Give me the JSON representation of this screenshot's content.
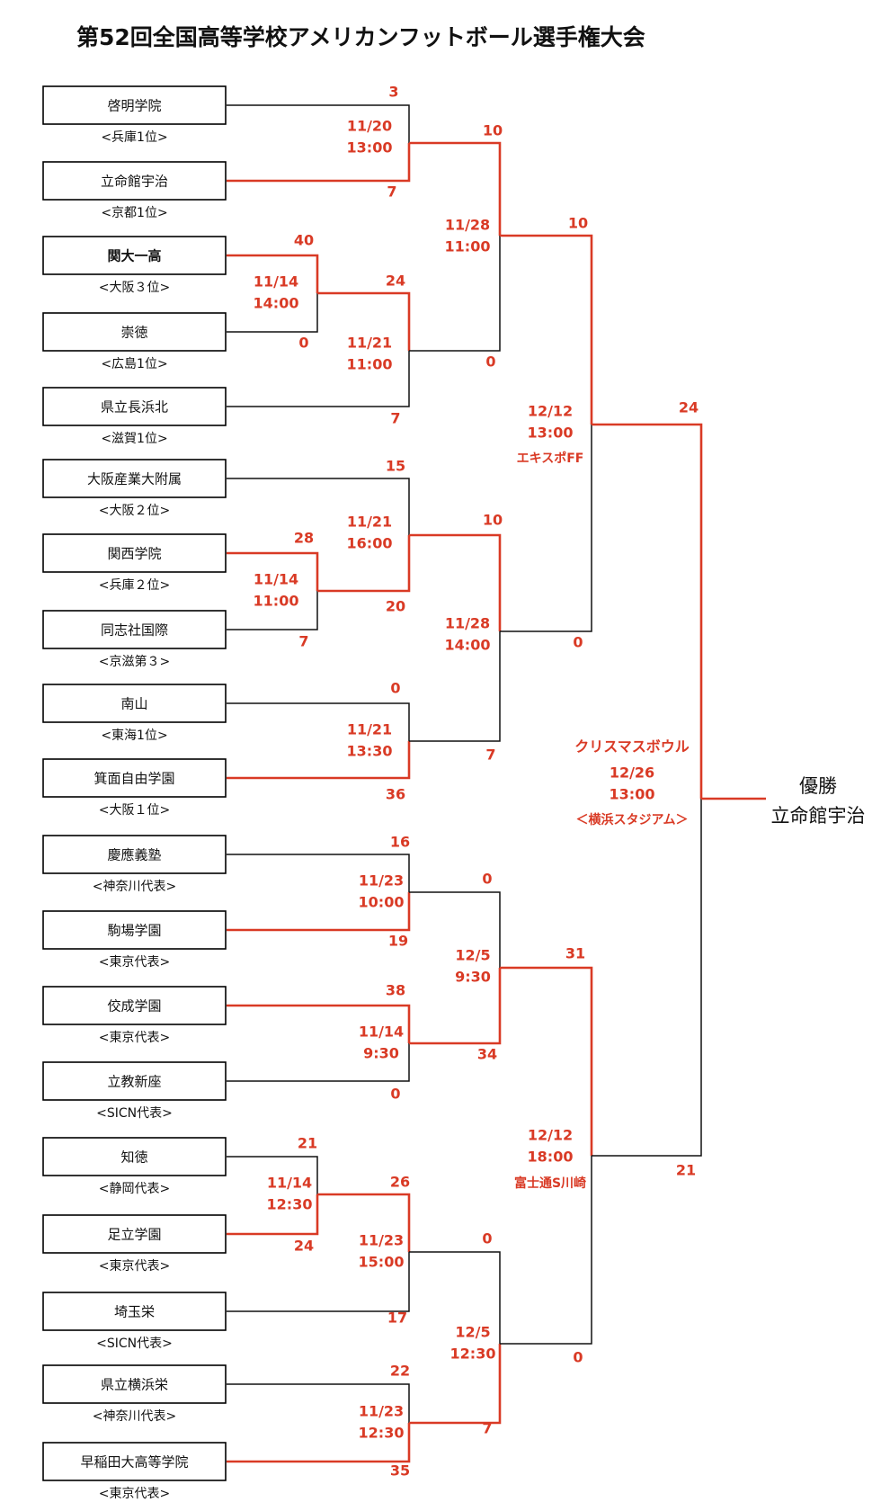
{
  "title": "第52回全国高等学校アメリカンフットボール選手権大会",
  "colors": {
    "winner_line": "#d93a25",
    "loser_line": "#111111",
    "score_text": "#d93a25"
  },
  "teams": [
    {
      "name": "啓明学院",
      "sub": "<兵庫1位>"
    },
    {
      "name": "立命館宇治",
      "sub": "<京都1位>"
    },
    {
      "name": "関大一高",
      "sub": "<大阪３位>",
      "bold": true
    },
    {
      "name": "崇徳",
      "sub": "<広島1位>"
    },
    {
      "name": "県立長浜北",
      "sub": "<滋賀1位>"
    },
    {
      "name": "大阪産業大附属",
      "sub": "<大阪２位>"
    },
    {
      "name": "関西学院",
      "sub": "<兵庫２位>"
    },
    {
      "name": "同志社国際",
      "sub": "<京滋第３>"
    },
    {
      "name": "南山",
      "sub": "<東海1位>"
    },
    {
      "name": "箕面自由学園",
      "sub": "<大阪１位>"
    },
    {
      "name": "慶應義塾",
      "sub": "<神奈川代表>"
    },
    {
      "name": "駒場学園",
      "sub": "<東京代表>"
    },
    {
      "name": "佼成学園",
      "sub": "<東京代表>"
    },
    {
      "name": "立教新座",
      "sub": "<SICN代表>"
    },
    {
      "name": "知徳",
      "sub": "<静岡代表>"
    },
    {
      "name": "足立学園",
      "sub": "<東京代表>"
    },
    {
      "name": "埼玉栄",
      "sub": "<SICN代表>"
    },
    {
      "name": "県立横浜栄",
      "sub": "<神奈川代表>"
    },
    {
      "name": "早稲田大高等学院",
      "sub": "<東京代表>"
    }
  ],
  "matches": [
    {
      "date": "11/14",
      "time": "14:00",
      "score_top": "40",
      "score_bottom": "0"
    },
    {
      "date": "11/14",
      "time": "11:00",
      "score_top": "28",
      "score_bottom": "7"
    },
    {
      "date": "11/14",
      "time": "9:30",
      "score_top": "38",
      "score_bottom": "0"
    },
    {
      "date": "11/14",
      "time": "12:30",
      "score_top": "21",
      "score_bottom": "24"
    },
    {
      "date": "11/20",
      "time": "13:00",
      "score_top": "3",
      "score_bottom": "7"
    },
    {
      "date": "11/21",
      "time": "11:00",
      "score_top": "24",
      "score_bottom": "7"
    },
    {
      "date": "11/21",
      "time": "16:00",
      "score_top": "15",
      "score_bottom": "20"
    },
    {
      "date": "11/21",
      "time": "13:30",
      "score_top": "0",
      "score_bottom": "36"
    },
    {
      "date": "11/23",
      "time": "10:00",
      "score_top": "16",
      "score_bottom": "19"
    },
    {
      "date": "11/23",
      "time": "15:00",
      "score_top": "26",
      "score_bottom": "17"
    },
    {
      "date": "11/23",
      "time": "12:30",
      "score_top": "22",
      "score_bottom": "35"
    },
    {
      "date": "11/28",
      "time": "11:00",
      "score_top": "10",
      "score_bottom": "0"
    },
    {
      "date": "11/28",
      "time": "14:00",
      "score_top": "10",
      "score_bottom": "7"
    },
    {
      "date": "12/5",
      "time": "9:30",
      "score_top": "0",
      "score_bottom": "34"
    },
    {
      "date": "12/5",
      "time": "12:30",
      "score_top": "0",
      "score_bottom": "7"
    },
    {
      "date": "12/12",
      "time": "13:00",
      "venue": "エキスポFF",
      "score_top": "10",
      "score_bottom": "0"
    },
    {
      "date": "12/12",
      "time": "18:00",
      "venue": "富士通S川崎",
      "score_top": "31",
      "score_bottom": "0"
    },
    {
      "name": "クリスマスボウル",
      "date": "12/26",
      "time": "13:00",
      "venue": "＜横浜スタジアム＞",
      "score_top": "24",
      "score_bottom": "21"
    }
  ],
  "champion": {
    "label": "優勝",
    "team": "立命館宇治"
  }
}
